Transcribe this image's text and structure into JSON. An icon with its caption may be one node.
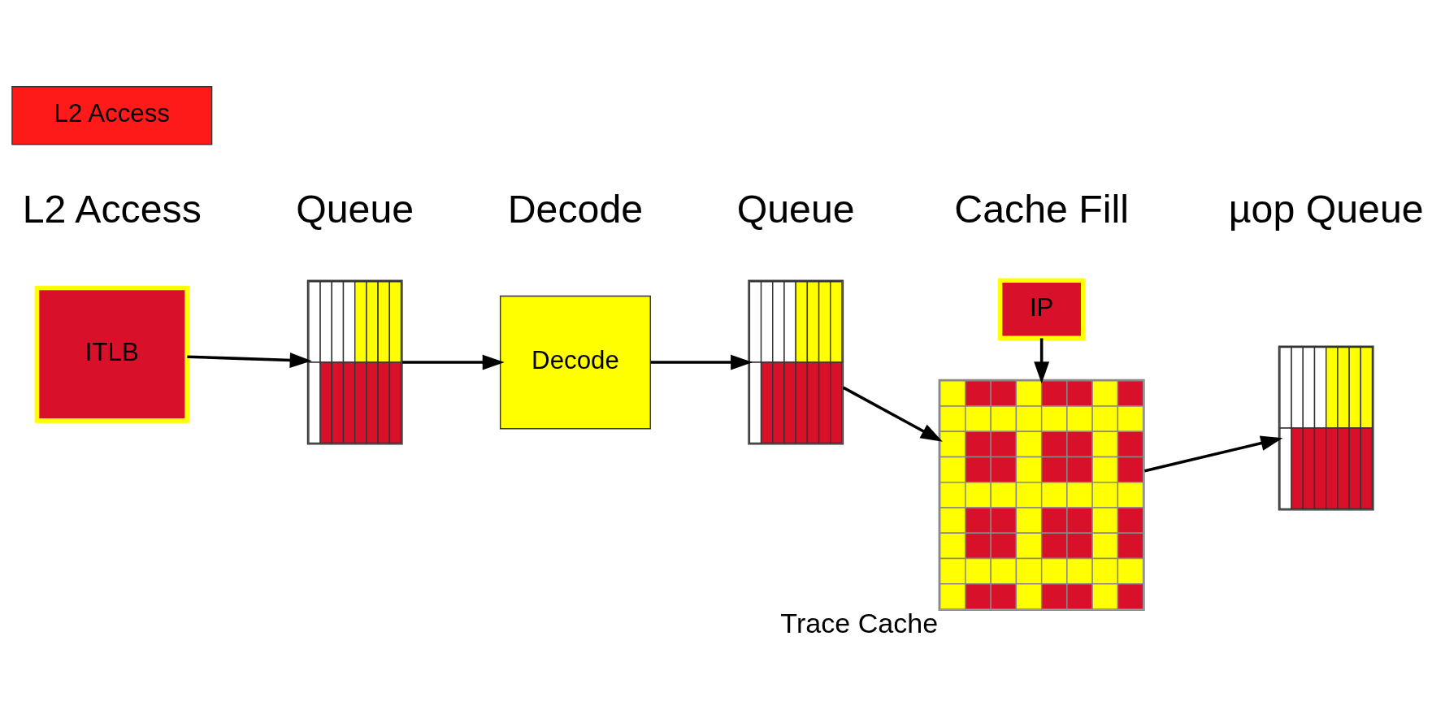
{
  "diagram": {
    "nodes": [
      {
        "text": [
          "ITLB"
        ]
      },
      {
        "text": [
          "L2 Access"
        ]
      },
      {
        "text": [],
        "shape": "box"
      },
      {
        "text": [
          "Decode"
        ]
      },
      {
        "text": [],
        "shape": "box"
      },
      {
        "text": [
          "IP"
        ]
      },
      {
        "text": [],
        "shape": "box",
        "beside": [
          "Trace Cache"
        ]
      },
      {
        "text": [],
        "shape": "box"
      }
    ],
    "edges": [
      {
        "from": 0,
        "to": 2,
        "arrow": "to"
      },
      {
        "from": 2,
        "to": 3,
        "arrow": "to"
      },
      {
        "from": 3,
        "to": 4,
        "arrow": "to"
      },
      {
        "from": 4,
        "to": 6,
        "arrow": "to"
      },
      {
        "from": 5,
        "to": 6,
        "arrow": "to"
      },
      {
        "from": 6,
        "to": 7,
        "arrow": "to"
      }
    ],
    "labels": [
      "L2 Access",
      "Queue",
      "Decode",
      "Queue",
      "Cache Fill",
      "µop Queue"
    ]
  }
}
